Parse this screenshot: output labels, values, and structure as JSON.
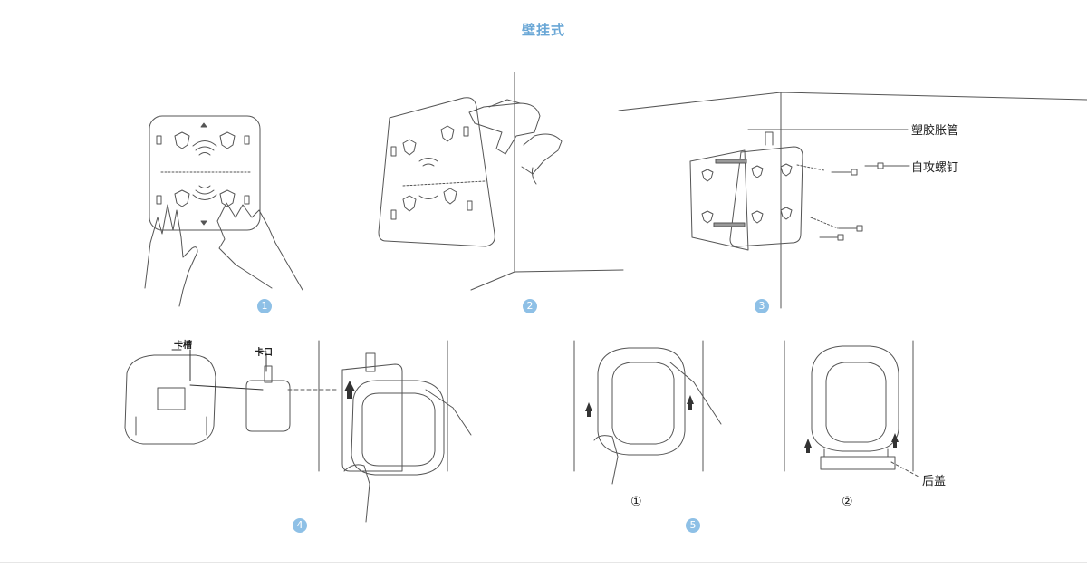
{
  "title": "壁挂式",
  "steps": [
    "1",
    "2",
    "3",
    "4",
    "5"
  ],
  "labels": {
    "anchor": "塑胶胀管",
    "screw": "自攻螺钉",
    "slot": "卡槽",
    "clip": "卡口",
    "back_cover": "后盖"
  },
  "sub_steps": [
    "①",
    "②"
  ],
  "colors": {
    "title": "#6aa7d6",
    "step_badge": "#8ec0e6",
    "line": "#555555"
  }
}
